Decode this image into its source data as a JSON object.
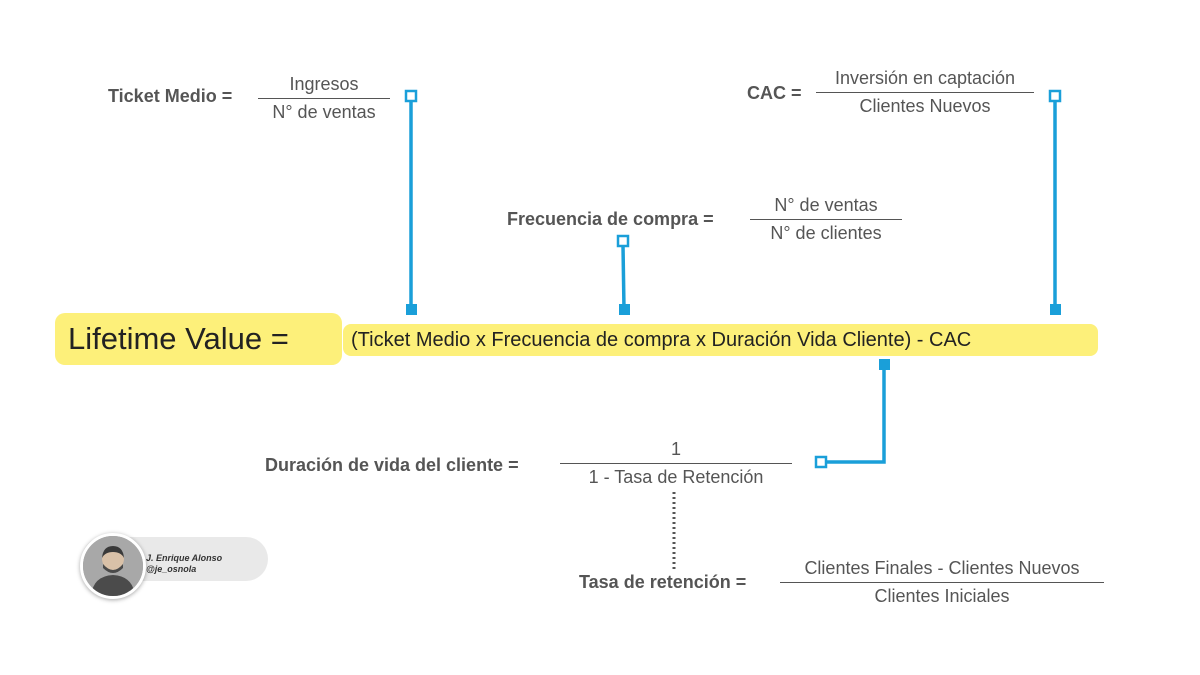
{
  "main": {
    "label": "Lifetime Value =",
    "formula": "(Ticket Medio x Frecuencia de compra x Duración Vida Cliente) - CAC"
  },
  "ticket_medio": {
    "label": "Ticket Medio =",
    "numerator": "Ingresos",
    "denominator": "N° de ventas"
  },
  "cac": {
    "label": "CAC =",
    "numerator": "Inversión en captación",
    "denominator": "Clientes Nuevos"
  },
  "frecuencia": {
    "label": "Frecuencia de compra =",
    "numerator": "N° de ventas",
    "denominator": "N° de clientes"
  },
  "duracion": {
    "label": "Duración de vida del cliente =",
    "numerator": "1",
    "denominator": "1 - Tasa de Retención"
  },
  "tasa": {
    "label": "Tasa de retención =",
    "numerator": "Clientes Finales - Clientes Nuevos",
    "denominator": "Clientes Iniciales"
  },
  "author": {
    "name": "J. Enrique Alonso",
    "handle": "@je_osnola"
  },
  "colors": {
    "highlight": "#fdf07a",
    "connector": "#1a9fd9",
    "text": "#555555"
  }
}
